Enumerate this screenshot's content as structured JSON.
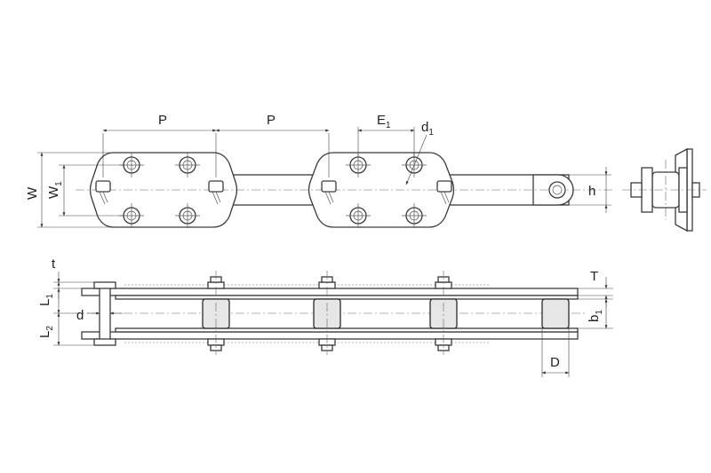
{
  "labels": {
    "P": "P",
    "E": "E",
    "E_sub": "1",
    "d": "d",
    "d_sub": "1",
    "W": "W",
    "W1": "W",
    "W1_sub": "1",
    "h": "h",
    "t": "t",
    "L1": "L",
    "L1_sub": "1",
    "L2": "L",
    "L2_sub": "2",
    "d_pin": "d",
    "T": "T",
    "b1": "b",
    "b1_sub": "1",
    "D": "D"
  }
}
